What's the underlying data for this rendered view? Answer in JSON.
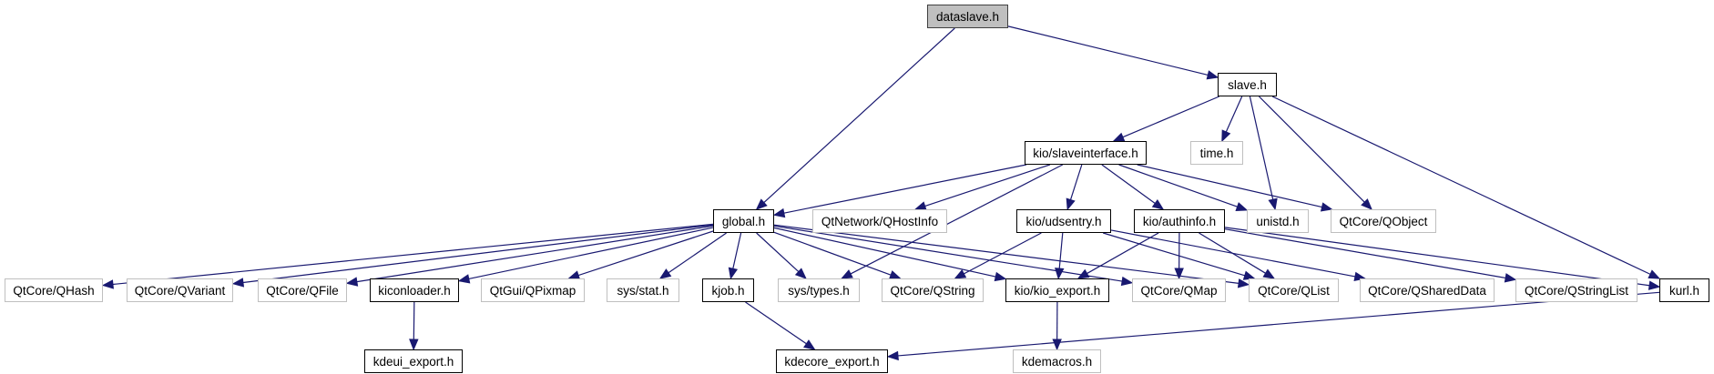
{
  "diagram": {
    "type": "include-dependency-graph",
    "edge_color": "#191970",
    "root_fill": "#bfbfbf",
    "local_border": "#000000",
    "external_border": "#bfbfbf",
    "nodes": {
      "dataslave": {
        "label": "dataslave.h",
        "kind": "root"
      },
      "slave": {
        "label": "slave.h",
        "kind": "local"
      },
      "slaveinterface": {
        "label": "kio/slaveinterface.h",
        "kind": "local"
      },
      "time": {
        "label": "time.h",
        "kind": "external"
      },
      "global": {
        "label": "global.h",
        "kind": "local"
      },
      "qhostinfo": {
        "label": "QtNetwork/QHostInfo",
        "kind": "external"
      },
      "udsentry": {
        "label": "kio/udsentry.h",
        "kind": "local"
      },
      "authinfo": {
        "label": "kio/authinfo.h",
        "kind": "local"
      },
      "unistd": {
        "label": "unistd.h",
        "kind": "external"
      },
      "qobject": {
        "label": "QtCore/QObject",
        "kind": "external"
      },
      "qhash": {
        "label": "QtCore/QHash",
        "kind": "external"
      },
      "qvariant": {
        "label": "QtCore/QVariant",
        "kind": "external"
      },
      "qfile": {
        "label": "QtCore/QFile",
        "kind": "external"
      },
      "kiconloader": {
        "label": "kiconloader.h",
        "kind": "local"
      },
      "qpixmap": {
        "label": "QtGui/QPixmap",
        "kind": "external"
      },
      "sysstat": {
        "label": "sys/stat.h",
        "kind": "external"
      },
      "kjob": {
        "label": "kjob.h",
        "kind": "local"
      },
      "systypes": {
        "label": "sys/types.h",
        "kind": "external"
      },
      "qstring": {
        "label": "QtCore/QString",
        "kind": "external"
      },
      "kioexport": {
        "label": "kio/kio_export.h",
        "kind": "local"
      },
      "qmap": {
        "label": "QtCore/QMap",
        "kind": "external"
      },
      "qlist": {
        "label": "QtCore/QList",
        "kind": "external"
      },
      "qshareddata": {
        "label": "QtCore/QSharedData",
        "kind": "external"
      },
      "qstringlist": {
        "label": "QtCore/QStringList",
        "kind": "external"
      },
      "kurl": {
        "label": "kurl.h",
        "kind": "local"
      },
      "kdeuiexport": {
        "label": "kdeui_export.h",
        "kind": "local"
      },
      "kdecoreexport": {
        "label": "kdecore_export.h",
        "kind": "local"
      },
      "kdemacros": {
        "label": "kdemacros.h",
        "kind": "external"
      }
    },
    "edges": [
      [
        "dataslave",
        "global"
      ],
      [
        "dataslave",
        "slave"
      ],
      [
        "slave",
        "slaveinterface"
      ],
      [
        "slave",
        "time"
      ],
      [
        "slave",
        "unistd"
      ],
      [
        "slave",
        "qobject"
      ],
      [
        "slave",
        "kurl"
      ],
      [
        "slaveinterface",
        "global"
      ],
      [
        "slaveinterface",
        "qhostinfo"
      ],
      [
        "slaveinterface",
        "systypes"
      ],
      [
        "slaveinterface",
        "udsentry"
      ],
      [
        "slaveinterface",
        "authinfo"
      ],
      [
        "slaveinterface",
        "unistd"
      ],
      [
        "slaveinterface",
        "qobject"
      ],
      [
        "global",
        "qhash"
      ],
      [
        "global",
        "qvariant"
      ],
      [
        "global",
        "qfile"
      ],
      [
        "global",
        "kiconloader"
      ],
      [
        "global",
        "qpixmap"
      ],
      [
        "global",
        "sysstat"
      ],
      [
        "global",
        "kjob"
      ],
      [
        "global",
        "systypes"
      ],
      [
        "global",
        "qstring"
      ],
      [
        "global",
        "kioexport"
      ],
      [
        "global",
        "qmap"
      ],
      [
        "global",
        "qlist"
      ],
      [
        "udsentry",
        "qstring"
      ],
      [
        "udsentry",
        "kioexport"
      ],
      [
        "udsentry",
        "qlist"
      ],
      [
        "udsentry",
        "qshareddata"
      ],
      [
        "authinfo",
        "kioexport"
      ],
      [
        "authinfo",
        "qmap"
      ],
      [
        "authinfo",
        "qlist"
      ],
      [
        "authinfo",
        "qstringlist"
      ],
      [
        "authinfo",
        "kurl"
      ],
      [
        "kiconloader",
        "kdeuiexport"
      ],
      [
        "kjob",
        "kdecoreexport"
      ],
      [
        "kioexport",
        "kdemacros"
      ],
      [
        "kurl",
        "kdecoreexport"
      ]
    ]
  }
}
